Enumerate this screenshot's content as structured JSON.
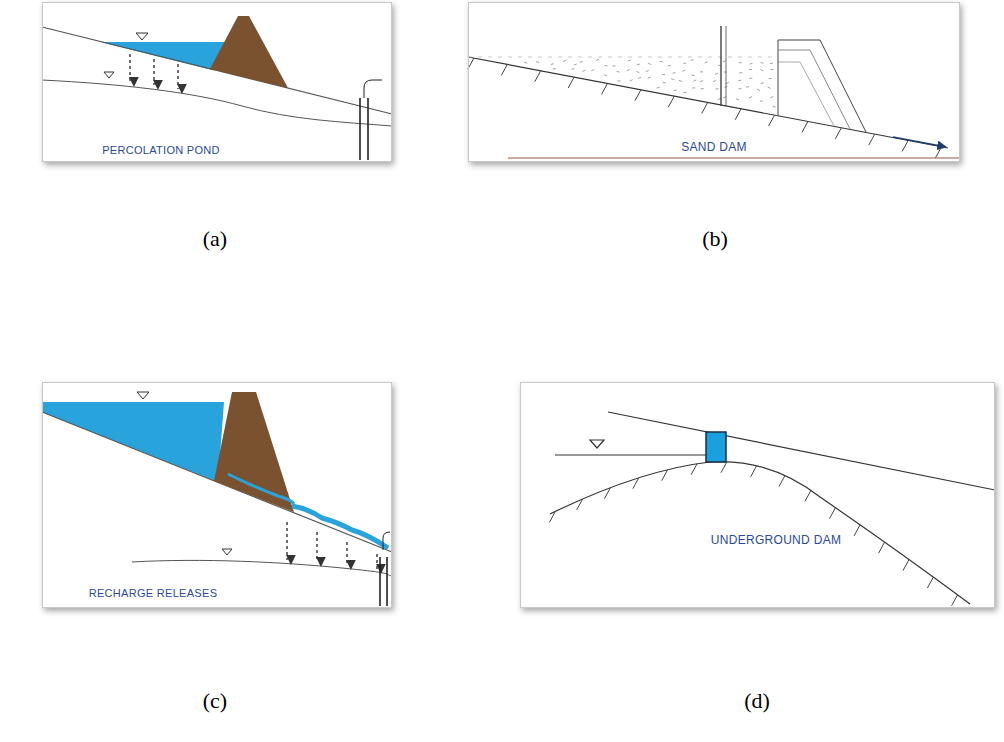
{
  "diagram": {
    "nodes": [
      {
        "text": [
          "PERCOLATION POND"
        ]
      },
      {
        "text": [
          "SAND DAM"
        ]
      },
      {
        "text": [
          "RECHARGE RELEASES"
        ]
      },
      {
        "text": [
          "UNDERGROUND DAM"
        ]
      }
    ],
    "labels": [
      "(a)",
      "(b)",
      "(c)",
      "(d)"
    ]
  }
}
